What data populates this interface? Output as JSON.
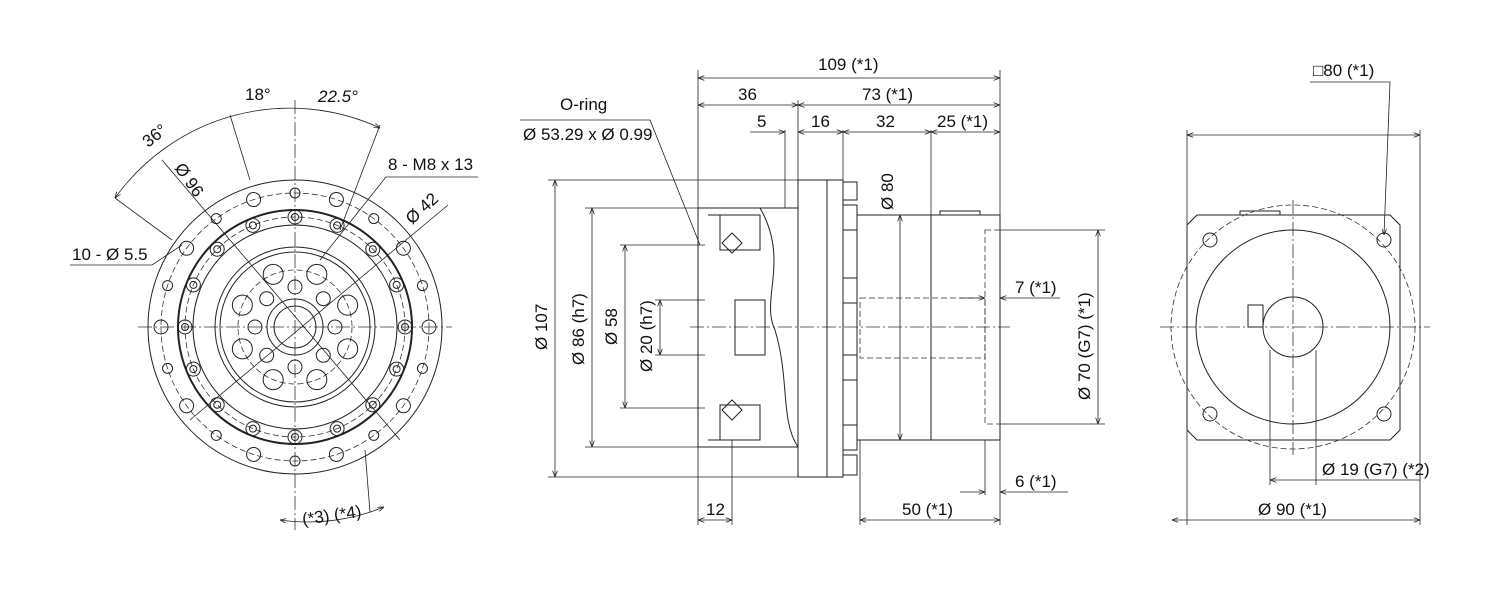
{
  "front_view": {
    "angle_36": "36°",
    "angle_18": "18°",
    "angle_22_5": "22.5°",
    "dia_96": "Ø 96",
    "holes": "10 - Ø 5.5",
    "tapped": "8 - M8 x 13",
    "dia_42": "Ø 42",
    "notes": "(*3) (*4)"
  },
  "side_view": {
    "oring_title": "O-ring",
    "oring_size": "Ø 53.29 x Ø 0.99",
    "len_109": "109 (*1)",
    "len_36": "36",
    "len_73": "73 (*1)",
    "len_5": "5",
    "len_16": "16",
    "len_32": "32",
    "len_25": "25 (*1)",
    "dia_80": "Ø 80",
    "dia_107": "Ø 107",
    "dia_86": "Ø 86 (h7)",
    "dia_58": "Ø 58",
    "dia_20": "Ø 20 (h7)",
    "len_7": "7 (*1)",
    "dia_70": "Ø 70 (G7) (*1)",
    "len_6": "6 (*1)",
    "len_12": "12",
    "len_50": "50 (*1)"
  },
  "rear_view": {
    "square_80": "□80 (*1)",
    "dia_19": "Ø 19 (G7) (*2)",
    "dia_90": "Ø 90 (*1)"
  }
}
